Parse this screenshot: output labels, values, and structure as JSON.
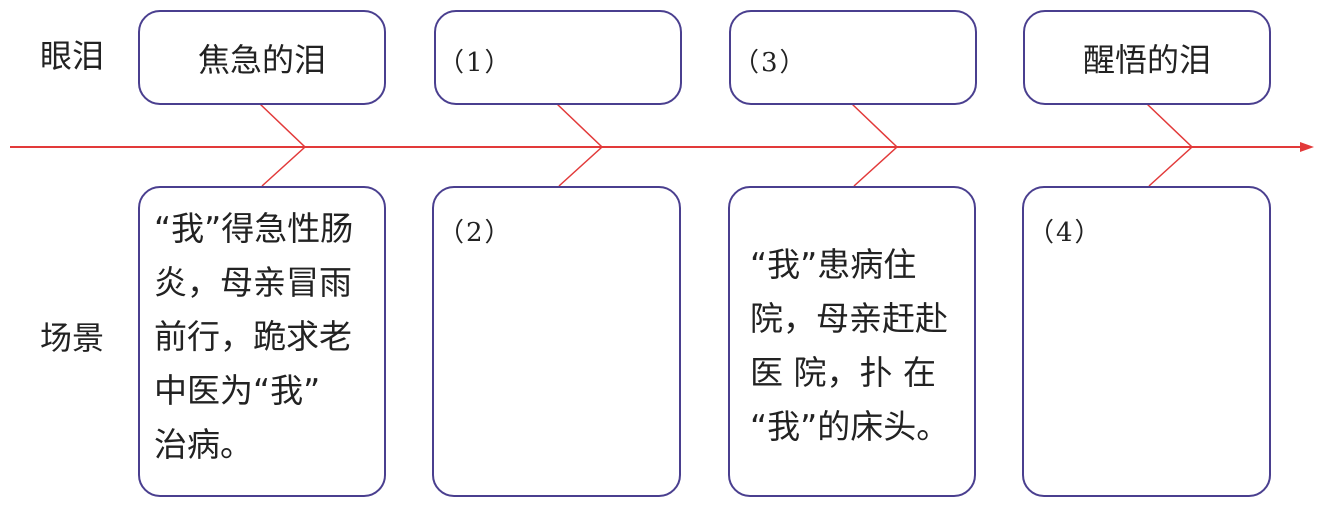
{
  "labels": {
    "tears": "眼泪",
    "scene": "场景"
  },
  "tears_row": [
    {
      "text": "焦急的泪"
    },
    {
      "text": "（1）"
    },
    {
      "text": "（3）"
    },
    {
      "text": "醒悟的泪"
    }
  ],
  "scene_row": [
    {
      "text": "“我”得急性肠\n炎，母亲冒雨\n前行，跪求老\n中医为“我”\n治病。"
    },
    {
      "text": "（2）"
    },
    {
      "text": "“我”患病住\n院，母亲赶赴\n医 院，扑 在\n“我”的床头。"
    },
    {
      "text": "（4）"
    }
  ],
  "colors": {
    "arrow": "#e23a3a",
    "box_border": "#4a3f8f"
  }
}
